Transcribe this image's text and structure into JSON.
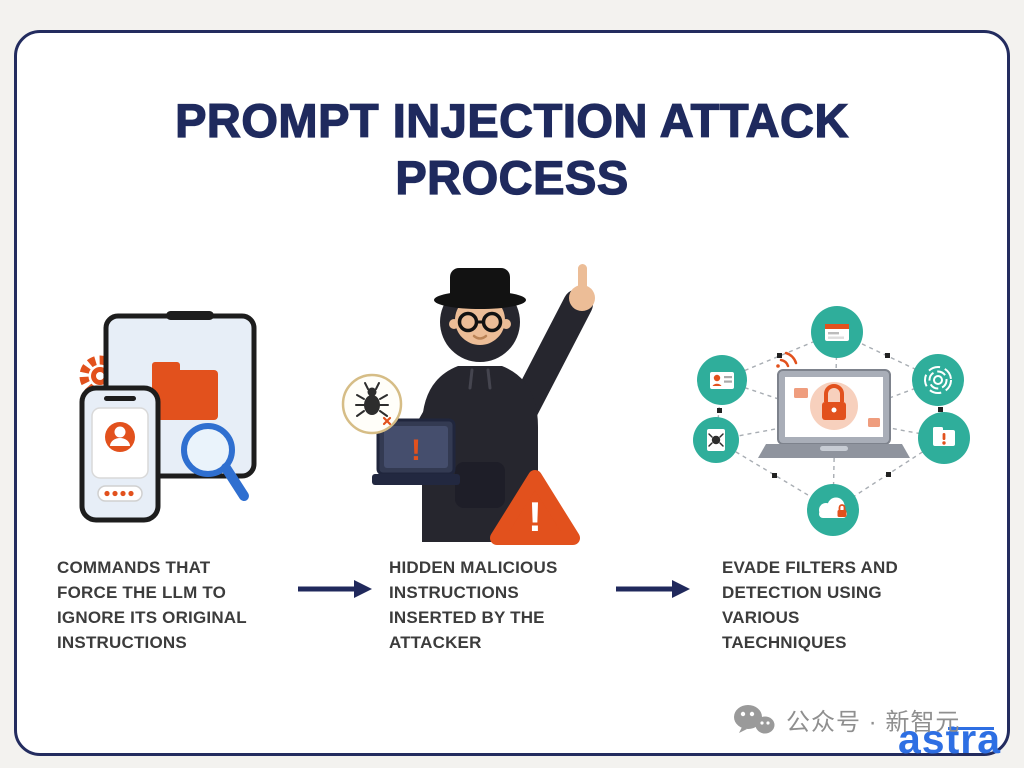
{
  "title": "PROMPT INJECTION ATTACK PROCESS",
  "steps": [
    {
      "caption": "COMMANDS THAT FORCE THE LLM TO IGNORE ITS ORIGINAL INSTRUCTIONS"
    },
    {
      "caption": "HIDDEN MALICIOUS INSTRUCTIONS INSERTED BY THE ATTACKER"
    },
    {
      "caption": "EVADE FILTERS AND DETECTION USING VARIOUS TAECHNIQUES"
    }
  ],
  "glyphs": {
    "exclamation": "!"
  },
  "footer": {
    "watermark": "公众号 · 新智元",
    "logo": "astra"
  },
  "icons": {
    "step1": [
      "gear-icon",
      "tablet-icon",
      "folder-icon",
      "phone-icon",
      "avatar-icon",
      "password-dots",
      "magnifier-icon"
    ],
    "step2": [
      "bug-badge-icon",
      "hacker-figure",
      "laptop-icon",
      "warning-triangle-icon"
    ],
    "step3": [
      "browser-node-icon",
      "id-card-node-icon",
      "fingerprint-node-icon",
      "bug-node-icon",
      "folder-alert-node-icon",
      "cloud-lock-node-icon",
      "laptop-lock-icon",
      "wifi-icon"
    ],
    "footer": [
      "wechat-icon"
    ]
  },
  "colors": {
    "navy": "#1f2a5e",
    "orange": "#e2511d",
    "teal": "#2fae9b",
    "caption_gray": "#3c3c3c",
    "watermark_gray": "#8f8f8f",
    "logo_blue": "#2e6fe3"
  }
}
